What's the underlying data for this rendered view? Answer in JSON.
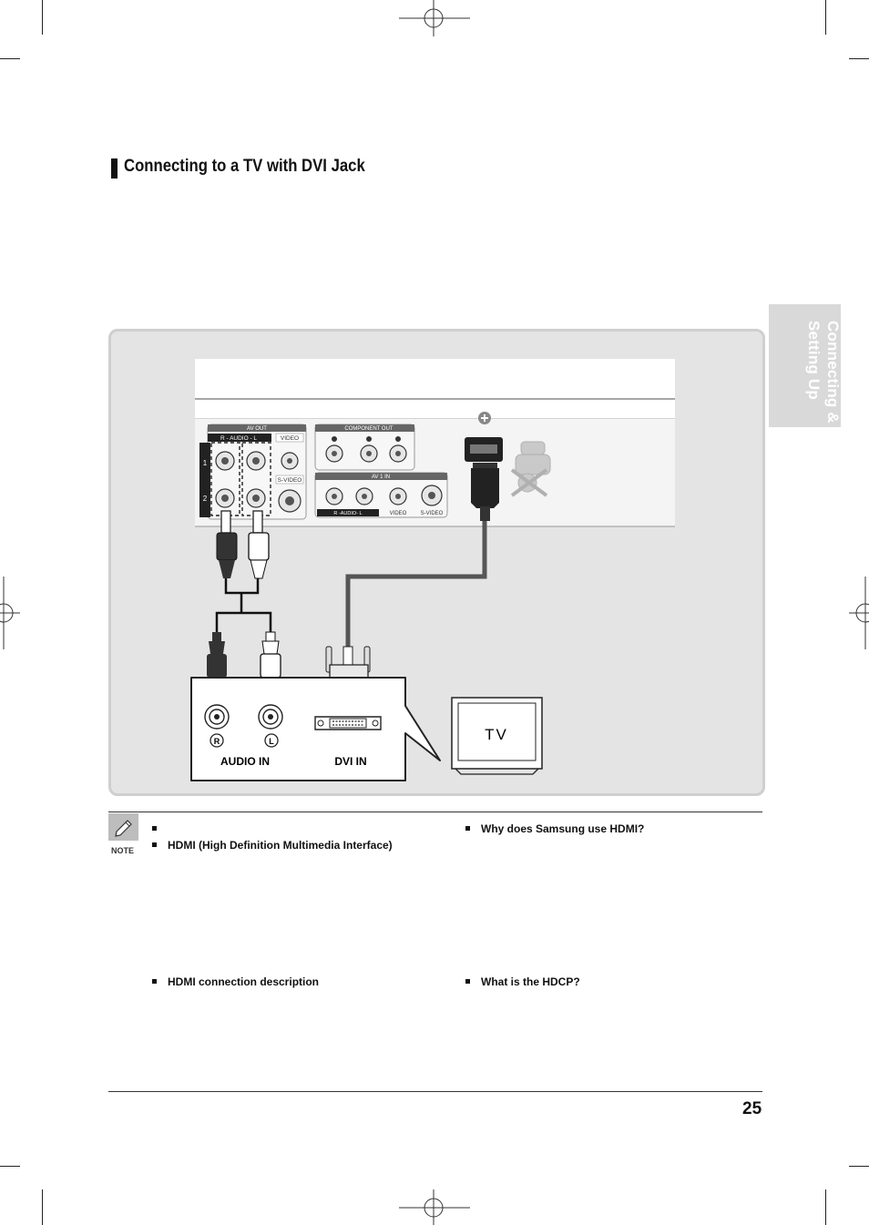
{
  "heading": {
    "title": "Connecting to a TV with DVI Jack"
  },
  "side_tab": {
    "line1": "Connecting &",
    "line2": "Setting Up"
  },
  "diagram": {
    "av_out": "AV OUT",
    "audio_rl": "R - AUDIO - L",
    "video": "VIDEO",
    "s_video": "S-VIDEO",
    "row1": "1",
    "row2": "2",
    "component_out": "COMPONENT OUT",
    "av1_in": "AV 1 IN",
    "av1_audio": "R -AUDIO- L",
    "av1_video": "VIDEO",
    "av1_svideo": "S-VIDEO",
    "jack_r": "R",
    "jack_l": "L",
    "audio_in": "AUDIO IN",
    "dvi_in": "DVI IN",
    "tv": "TV"
  },
  "notes": {
    "icon": "note-pencil-icon",
    "label": "NOTE",
    "left": [
      "",
      "HDMI (High Definition Multimedia Interface)",
      "HDMI connection description"
    ],
    "right": [
      "Why does Samsung use HDMI?",
      "What is the HDCP?"
    ]
  },
  "page_number": "25"
}
